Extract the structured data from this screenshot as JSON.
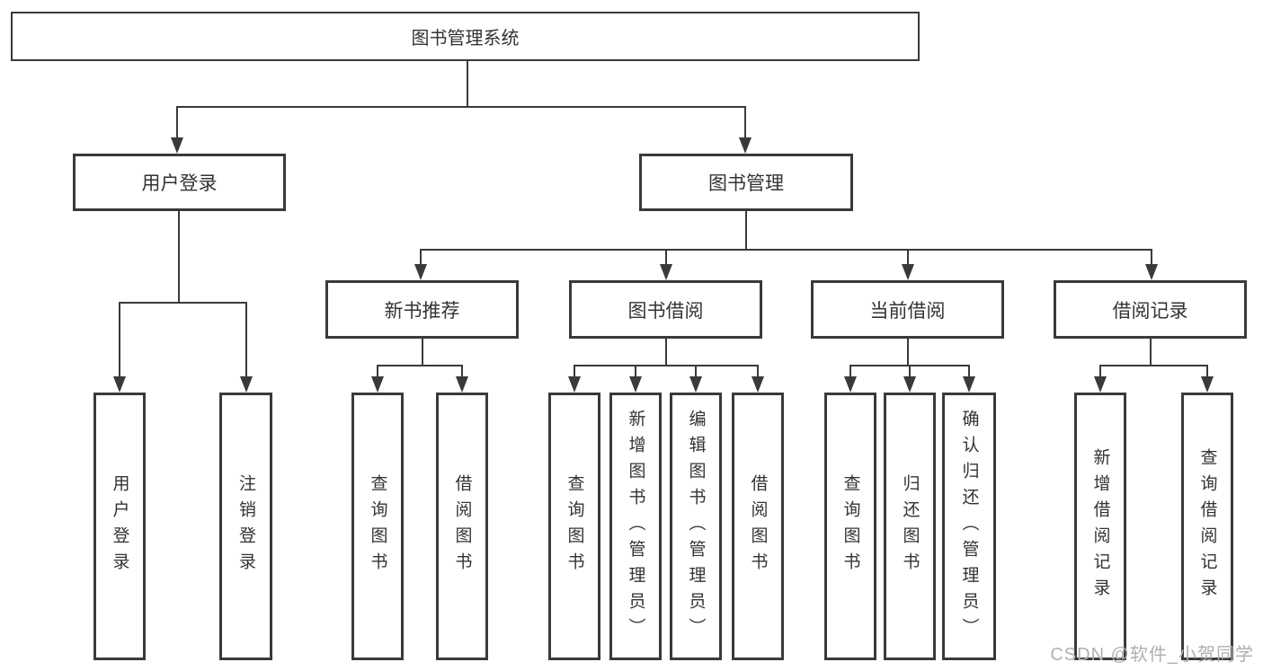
{
  "diagram": {
    "title": "图书管理系统",
    "tree": {
      "label": "图书管理系统",
      "children": [
        {
          "label": "用户登录",
          "children": [
            {
              "label": "用户登录"
            },
            {
              "label": "注销登录"
            }
          ]
        },
        {
          "label": "图书管理",
          "children": [
            {
              "label": "新书推荐",
              "children": [
                {
                  "label": "查询图书"
                },
                {
                  "label": "借阅图书"
                }
              ]
            },
            {
              "label": "图书借阅",
              "children": [
                {
                  "label": "查询图书"
                },
                {
                  "label": "新增图书（管理员）"
                },
                {
                  "label": "编辑图书（管理员）"
                },
                {
                  "label": "借阅图书"
                }
              ]
            },
            {
              "label": "当前借阅",
              "children": [
                {
                  "label": "查询图书"
                },
                {
                  "label": "归还图书"
                },
                {
                  "label": "确认归还（管理员）"
                }
              ]
            },
            {
              "label": "借阅记录",
              "children": [
                {
                  "label": "新增借阅记录"
                },
                {
                  "label": "查询借阅记录"
                }
              ]
            }
          ]
        }
      ]
    }
  },
  "watermark": {
    "text": "CSDN @软件_小贺同学"
  },
  "colors": {
    "line": "#3a3a3a",
    "text": "#333333",
    "watermark": "#b0b0b0",
    "background": "#ffffff"
  }
}
